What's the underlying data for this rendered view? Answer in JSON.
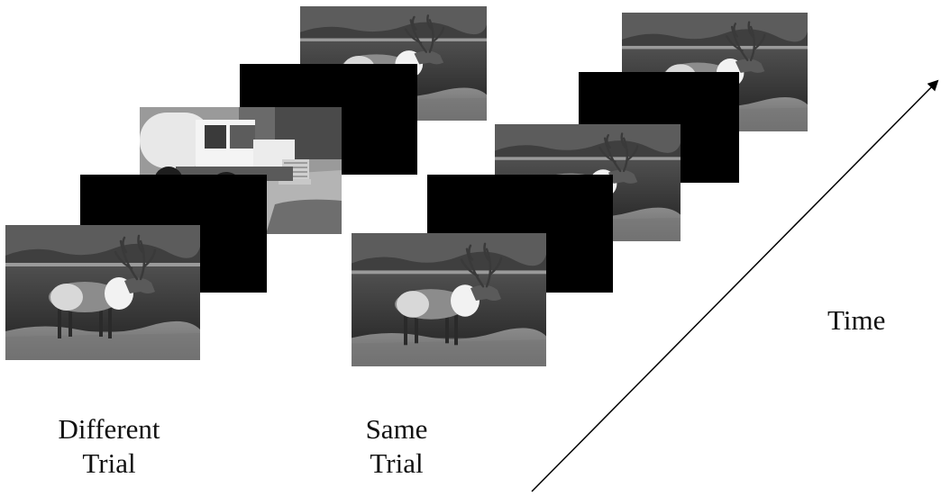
{
  "conditions": {
    "different": {
      "line1": "Different",
      "line2": "Trial"
    },
    "same": {
      "line1": "Same",
      "line2": "Trial"
    }
  },
  "time_axis": {
    "label": "Time"
  },
  "stimuli": {
    "first": "caribou-photo",
    "mask": "black-mask",
    "second_different": "truck-photo",
    "second_same": "caribou-photo"
  }
}
